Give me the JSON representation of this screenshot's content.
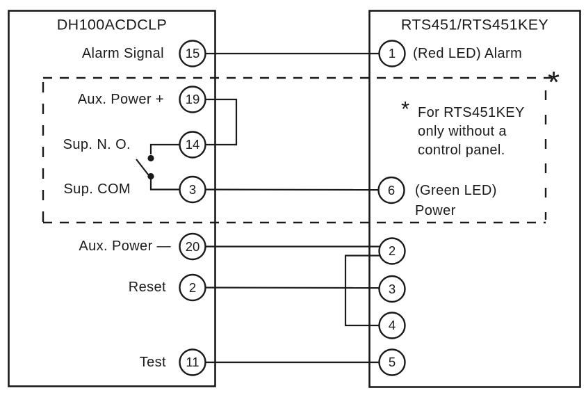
{
  "diagram": {
    "colors": {
      "line": "#1a1a1a",
      "background": "#ffffff"
    },
    "left_device": {
      "title": "DH100ACDCLP",
      "terminals": [
        {
          "number": "15",
          "label": "Alarm Signal"
        },
        {
          "number": "19",
          "label": "Aux. Power +"
        },
        {
          "number": "14",
          "label": "Sup. N. O."
        },
        {
          "number": "3",
          "label": "Sup. COM"
        },
        {
          "number": "20",
          "label": "Aux. Power —"
        },
        {
          "number": "2",
          "label": "Reset"
        },
        {
          "number": "11",
          "label": "Test"
        }
      ]
    },
    "right_device": {
      "title": "RTS451/RTS451KEY",
      "terminals": [
        {
          "number": "1",
          "label": "(Red LED) Alarm"
        },
        {
          "number": "6",
          "label": "(Green LED)",
          "label_line2": "Power"
        },
        {
          "number": "2"
        },
        {
          "number": "3"
        },
        {
          "number": "4"
        },
        {
          "number": "5"
        }
      ]
    },
    "note": {
      "marker": "*",
      "lines": [
        "For RTS451KEY",
        "only without a",
        "control panel."
      ]
    },
    "dashed_region_marker": "*",
    "switch": {
      "type": "supervisory-switch-normally-open",
      "between": [
        "14",
        "3"
      ]
    },
    "connections": [
      {
        "from": "left:15",
        "to": "right:1"
      },
      {
        "from": "left:19",
        "to": "left:14",
        "via": "jumper"
      },
      {
        "from": "left:3",
        "to": "right:6"
      },
      {
        "from": "left:20",
        "to": "right:2"
      },
      {
        "from": "left:2",
        "to": "right:3"
      },
      {
        "from": "right:2",
        "to": "right:4",
        "via": "jumper"
      },
      {
        "from": "left:11",
        "to": "right:5"
      }
    ]
  }
}
